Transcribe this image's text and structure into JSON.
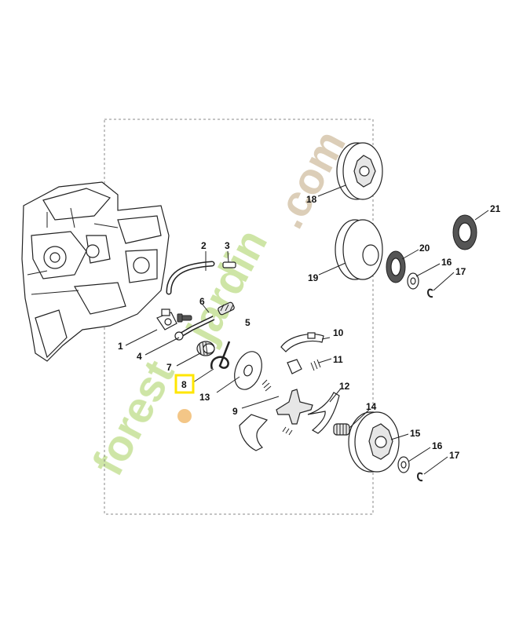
{
  "watermark": {
    "text_a": "forest",
    "text_b": "jardin",
    "text_c": ".com",
    "color_green": "#c9e39c",
    "color_orange": "#f2c07a",
    "color_tan": "#d8c9b0"
  },
  "highlight_color": "#ffe600",
  "labels": {
    "p1": "1",
    "p2": "2",
    "p3": "3",
    "p4": "4",
    "p5": "5",
    "p6": "6",
    "p7": "7",
    "p8": "8",
    "p9": "9",
    "p10": "10",
    "p11": "11",
    "p12": "12",
    "p13": "13",
    "p14": "14",
    "p15": "15",
    "p16a": "16",
    "p16b": "16",
    "p17a": "17",
    "p17b": "17",
    "p18": "18",
    "p19": "19",
    "p20": "20",
    "p21": "21"
  }
}
